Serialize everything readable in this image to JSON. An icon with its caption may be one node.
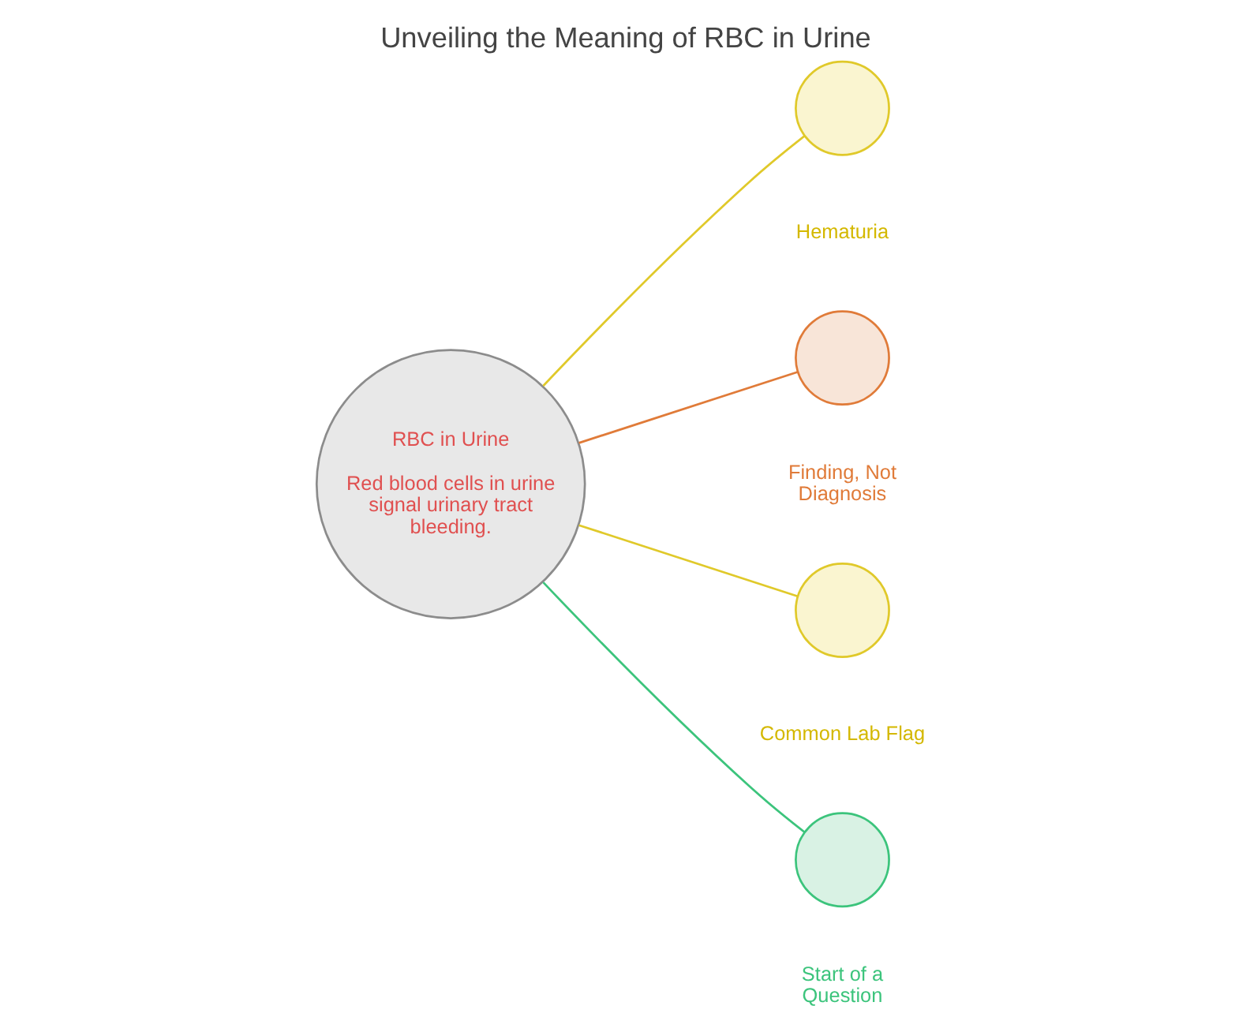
{
  "diagram": {
    "title": "Unveiling the Meaning of RBC in Urine",
    "nodes": [
      {
        "text": [
          "RBC in Urine",
          "Red blood cells in urine signal urinary tract bleeding."
        ]
      },
      {
        "text": [],
        "shape": "circle",
        "beside": [
          "Hematuria"
        ]
      },
      {
        "text": [],
        "shape": "circle",
        "beside": [
          "Finding, Not Diagnosis"
        ]
      },
      {
        "text": [],
        "shape": "circle",
        "beside": [
          "Common Lab Flag"
        ]
      },
      {
        "text": [],
        "shape": "circle",
        "beside": [
          "Start of a Question"
        ]
      }
    ],
    "edges": [
      {
        "from": 0,
        "to": 1,
        "arrow": "none",
        "color": "#e0c92a"
      },
      {
        "from": 0,
        "to": 2,
        "arrow": "none",
        "color": "#e07b39"
      },
      {
        "from": 0,
        "to": 3,
        "arrow": "none",
        "color": "#e0c92a"
      },
      {
        "from": 0,
        "to": 4,
        "arrow": "none",
        "color": "#3cc47c"
      }
    ]
  }
}
